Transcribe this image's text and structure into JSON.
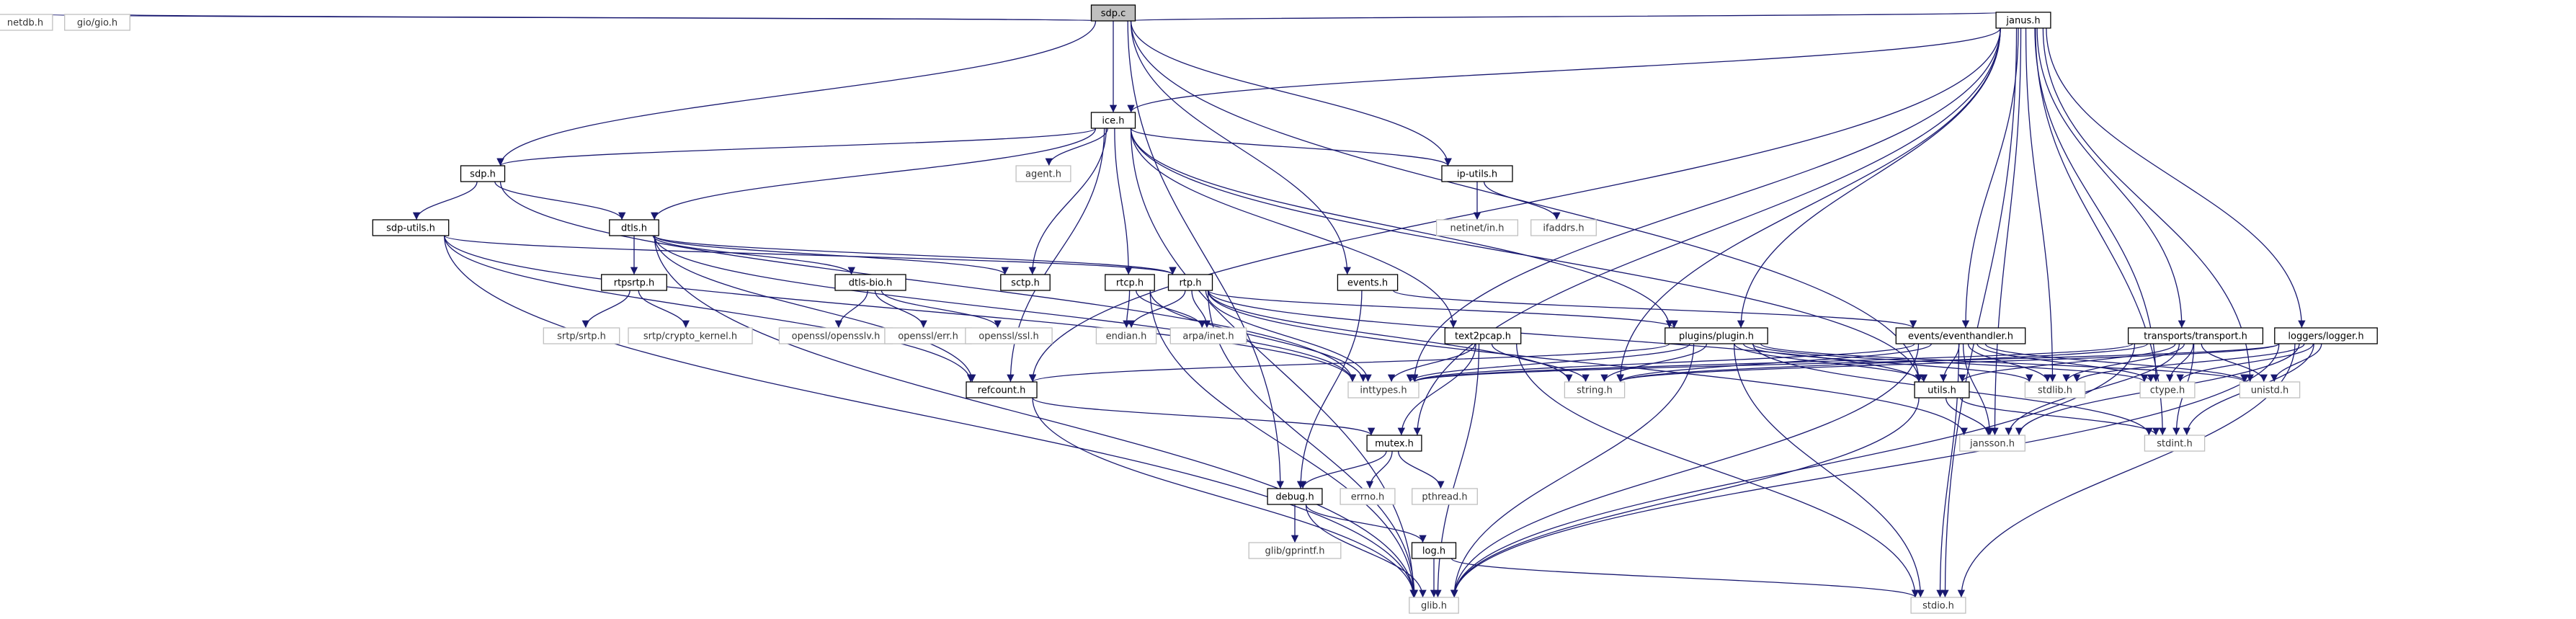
{
  "diagram": {
    "title": "",
    "colors": {
      "edge": "#191970",
      "root_fill": "#bfbfbf",
      "local_border": "#000000",
      "system_border": "#bfbfbf"
    },
    "nodes": [
      {
        "id": "sdp_c",
        "label": "sdp.c",
        "kind": "root"
      },
      {
        "id": "netdb_h",
        "label": "netdb.h",
        "kind": "system"
      },
      {
        "id": "gio_h",
        "label": "gio/gio.h",
        "kind": "system"
      },
      {
        "id": "janus_h",
        "label": "janus.h",
        "kind": "local"
      },
      {
        "id": "ice_h",
        "label": "ice.h",
        "kind": "local"
      },
      {
        "id": "sdp_h",
        "label": "sdp.h",
        "kind": "local"
      },
      {
        "id": "agent_h",
        "label": "agent.h",
        "kind": "system"
      },
      {
        "id": "iputils_h",
        "label": "ip-utils.h",
        "kind": "local"
      },
      {
        "id": "netinet_h",
        "label": "netinet/in.h",
        "kind": "system"
      },
      {
        "id": "ifaddrs_h",
        "label": "ifaddrs.h",
        "kind": "system"
      },
      {
        "id": "sdputils_h",
        "label": "sdp-utils.h",
        "kind": "local"
      },
      {
        "id": "dtls_h",
        "label": "dtls.h",
        "kind": "local"
      },
      {
        "id": "rtpsrtp_h",
        "label": "rtpsrtp.h",
        "kind": "local"
      },
      {
        "id": "srtp_h",
        "label": "srtp/srtp.h",
        "kind": "system"
      },
      {
        "id": "crypto_h",
        "label": "srtp/crypto_kernel.h",
        "kind": "system"
      },
      {
        "id": "dtlsbio_h",
        "label": "dtls-bio.h",
        "kind": "local"
      },
      {
        "id": "opensslv_h",
        "label": "openssl/opensslv.h",
        "kind": "system"
      },
      {
        "id": "err_h",
        "label": "openssl/err.h",
        "kind": "system"
      },
      {
        "id": "ssl_h",
        "label": "openssl/ssl.h",
        "kind": "system"
      },
      {
        "id": "sctp_h",
        "label": "sctp.h",
        "kind": "local"
      },
      {
        "id": "rtcp_h",
        "label": "rtcp.h",
        "kind": "local"
      },
      {
        "id": "rtp_h",
        "label": "rtp.h",
        "kind": "local"
      },
      {
        "id": "endian_h",
        "label": "endian.h",
        "kind": "system"
      },
      {
        "id": "arpa_h",
        "label": "arpa/inet.h",
        "kind": "system"
      },
      {
        "id": "events_h",
        "label": "events.h",
        "kind": "local"
      },
      {
        "id": "text2pcap_h",
        "label": "text2pcap.h",
        "kind": "local"
      },
      {
        "id": "plugin_h",
        "label": "plugins/plugin.h",
        "kind": "local"
      },
      {
        "id": "eventhandler_h",
        "label": "events/eventhandler.h",
        "kind": "local"
      },
      {
        "id": "transport_h",
        "label": "transports/transport.h",
        "kind": "local"
      },
      {
        "id": "logger_h",
        "label": "loggers/logger.h",
        "kind": "local"
      },
      {
        "id": "refcount_h",
        "label": "refcount.h",
        "kind": "local"
      },
      {
        "id": "inttypes_h",
        "label": "inttypes.h",
        "kind": "system"
      },
      {
        "id": "string_h",
        "label": "string.h",
        "kind": "system"
      },
      {
        "id": "utils_h",
        "label": "utils.h",
        "kind": "local"
      },
      {
        "id": "stdlib_h",
        "label": "stdlib.h",
        "kind": "system"
      },
      {
        "id": "ctype_h",
        "label": "ctype.h",
        "kind": "system"
      },
      {
        "id": "unistd_h",
        "label": "unistd.h",
        "kind": "system"
      },
      {
        "id": "jansson_h",
        "label": "jansson.h",
        "kind": "system"
      },
      {
        "id": "stdint_h",
        "label": "stdint.h",
        "kind": "system"
      },
      {
        "id": "mutex_h",
        "label": "mutex.h",
        "kind": "local"
      },
      {
        "id": "errno_h",
        "label": "errno.h",
        "kind": "system"
      },
      {
        "id": "pthread_h",
        "label": "pthread.h",
        "kind": "system"
      },
      {
        "id": "debug_h",
        "label": "debug.h",
        "kind": "local"
      },
      {
        "id": "gprintf_h",
        "label": "glib/gprintf.h",
        "kind": "system"
      },
      {
        "id": "log_h",
        "label": "log.h",
        "kind": "local"
      },
      {
        "id": "glib_h",
        "label": "glib.h",
        "kind": "system"
      },
      {
        "id": "stdio_h",
        "label": "stdio.h",
        "kind": "system"
      }
    ],
    "edges": [
      [
        "sdp_c",
        "netdb_h"
      ],
      [
        "sdp_c",
        "gio_h"
      ],
      [
        "sdp_c",
        "janus_h"
      ],
      [
        "sdp_c",
        "ice_h"
      ],
      [
        "sdp_c",
        "sdp_h"
      ],
      [
        "sdp_c",
        "iputils_h"
      ],
      [
        "sdp_c",
        "events_h"
      ],
      [
        "sdp_c",
        "utils_h"
      ],
      [
        "sdp_c",
        "debug_h"
      ],
      [
        "janus_h",
        "ice_h"
      ],
      [
        "janus_h",
        "inttypes_h"
      ],
      [
        "janus_h",
        "string_h"
      ],
      [
        "janus_h",
        "stdlib_h"
      ],
      [
        "janus_h",
        "ctype_h"
      ],
      [
        "janus_h",
        "unistd_h"
      ],
      [
        "janus_h",
        "jansson_h"
      ],
      [
        "janus_h",
        "stdint_h"
      ],
      [
        "janus_h",
        "stdio_h"
      ],
      [
        "janus_h",
        "plugin_h"
      ],
      [
        "janus_h",
        "eventhandler_h"
      ],
      [
        "janus_h",
        "transport_h"
      ],
      [
        "janus_h",
        "logger_h"
      ],
      [
        "janus_h",
        "refcount_h"
      ],
      [
        "janus_h",
        "mutex_h"
      ],
      [
        "ice_h",
        "sdp_h"
      ],
      [
        "ice_h",
        "agent_h"
      ],
      [
        "ice_h",
        "iputils_h"
      ],
      [
        "ice_h",
        "dtls_h"
      ],
      [
        "ice_h",
        "sctp_h"
      ],
      [
        "ice_h",
        "rtcp_h"
      ],
      [
        "ice_h",
        "text2pcap_h"
      ],
      [
        "ice_h",
        "utils_h"
      ],
      [
        "ice_h",
        "plugin_h"
      ],
      [
        "ice_h",
        "glib_h"
      ],
      [
        "ice_h",
        "refcount_h"
      ],
      [
        "iputils_h",
        "netinet_h"
      ],
      [
        "iputils_h",
        "ifaddrs_h"
      ],
      [
        "sdp_h",
        "sdputils_h"
      ],
      [
        "sdp_h",
        "dtls_h"
      ],
      [
        "sdp_h",
        "inttypes_h"
      ],
      [
        "sdputils_h",
        "rtp_h"
      ],
      [
        "sdputils_h",
        "glib_h"
      ],
      [
        "sdputils_h",
        "refcount_h"
      ],
      [
        "sdputils_h",
        "inttypes_h"
      ],
      [
        "dtls_h",
        "rtpsrtp_h"
      ],
      [
        "dtls_h",
        "dtlsbio_h"
      ],
      [
        "dtls_h",
        "sctp_h"
      ],
      [
        "dtls_h",
        "rtp_h"
      ],
      [
        "dtls_h",
        "glib_h"
      ],
      [
        "dtls_h",
        "refcount_h"
      ],
      [
        "dtls_h",
        "inttypes_h"
      ],
      [
        "rtpsrtp_h",
        "srtp_h"
      ],
      [
        "rtpsrtp_h",
        "crypto_h"
      ],
      [
        "dtlsbio_h",
        "opensslv_h"
      ],
      [
        "dtlsbio_h",
        "err_h"
      ],
      [
        "dtlsbio_h",
        "ssl_h"
      ],
      [
        "rtcp_h",
        "endian_h"
      ],
      [
        "rtcp_h",
        "arpa_h"
      ],
      [
        "rtcp_h",
        "inttypes_h"
      ],
      [
        "rtcp_h",
        "glib_h"
      ],
      [
        "rtp_h",
        "endian_h"
      ],
      [
        "rtp_h",
        "arpa_h"
      ],
      [
        "rtp_h",
        "inttypes_h"
      ],
      [
        "rtp_h",
        "string_h"
      ],
      [
        "rtp_h",
        "plugin_h"
      ],
      [
        "rtp_h",
        "utils_h"
      ],
      [
        "rtp_h",
        "jansson_h"
      ],
      [
        "rtp_h",
        "glib_h"
      ],
      [
        "events_h",
        "debug_h"
      ],
      [
        "events_h",
        "eventhandler_h"
      ],
      [
        "text2pcap_h",
        "inttypes_h"
      ],
      [
        "text2pcap_h",
        "string_h"
      ],
      [
        "text2pcap_h",
        "mutex_h"
      ],
      [
        "text2pcap_h",
        "glib_h"
      ],
      [
        "text2pcap_h",
        "stdio_h"
      ],
      [
        "plugin_h",
        "inttypes_h"
      ],
      [
        "plugin_h",
        "string_h"
      ],
      [
        "plugin_h",
        "stdlib_h"
      ],
      [
        "plugin_h",
        "ctype_h"
      ],
      [
        "plugin_h",
        "unistd_h"
      ],
      [
        "plugin_h",
        "utils_h"
      ],
      [
        "plugin_h",
        "refcount_h"
      ],
      [
        "plugin_h",
        "glib_h"
      ],
      [
        "plugin_h",
        "stdio_h"
      ],
      [
        "plugin_h",
        "stdint_h"
      ],
      [
        "eventhandler_h",
        "inttypes_h"
      ],
      [
        "eventhandler_h",
        "string_h"
      ],
      [
        "eventhandler_h",
        "stdlib_h"
      ],
      [
        "eventhandler_h",
        "ctype_h"
      ],
      [
        "eventhandler_h",
        "unistd_h"
      ],
      [
        "eventhandler_h",
        "utils_h"
      ],
      [
        "eventhandler_h",
        "jansson_h"
      ],
      [
        "eventhandler_h",
        "stdio_h"
      ],
      [
        "eventhandler_h",
        "glib_h"
      ],
      [
        "transport_h",
        "inttypes_h"
      ],
      [
        "transport_h",
        "string_h"
      ],
      [
        "transport_h",
        "stdlib_h"
      ],
      [
        "transport_h",
        "ctype_h"
      ],
      [
        "transport_h",
        "unistd_h"
      ],
      [
        "transport_h",
        "jansson_h"
      ],
      [
        "transport_h",
        "stdint_h"
      ],
      [
        "transport_h",
        "glib_h"
      ],
      [
        "transport_h",
        "utils_h"
      ],
      [
        "logger_h",
        "inttypes_h"
      ],
      [
        "logger_h",
        "stdlib_h"
      ],
      [
        "logger_h",
        "ctype_h"
      ],
      [
        "logger_h",
        "unistd_h"
      ],
      [
        "logger_h",
        "jansson_h"
      ],
      [
        "logger_h",
        "stdint_h"
      ],
      [
        "logger_h",
        "glib_h"
      ],
      [
        "logger_h",
        "stdio_h"
      ],
      [
        "logger_h",
        "string_h"
      ],
      [
        "utils_h",
        "jansson_h"
      ],
      [
        "utils_h",
        "stdint_h"
      ],
      [
        "utils_h",
        "glib_h"
      ],
      [
        "refcount_h",
        "mutex_h"
      ],
      [
        "refcount_h",
        "glib_h"
      ],
      [
        "mutex_h",
        "debug_h"
      ],
      [
        "mutex_h",
        "errno_h"
      ],
      [
        "mutex_h",
        "pthread_h"
      ],
      [
        "debug_h",
        "gprintf_h"
      ],
      [
        "debug_h",
        "log_h"
      ],
      [
        "debug_h",
        "glib_h"
      ],
      [
        "log_h",
        "glib_h"
      ],
      [
        "log_h",
        "stdio_h"
      ]
    ]
  }
}
